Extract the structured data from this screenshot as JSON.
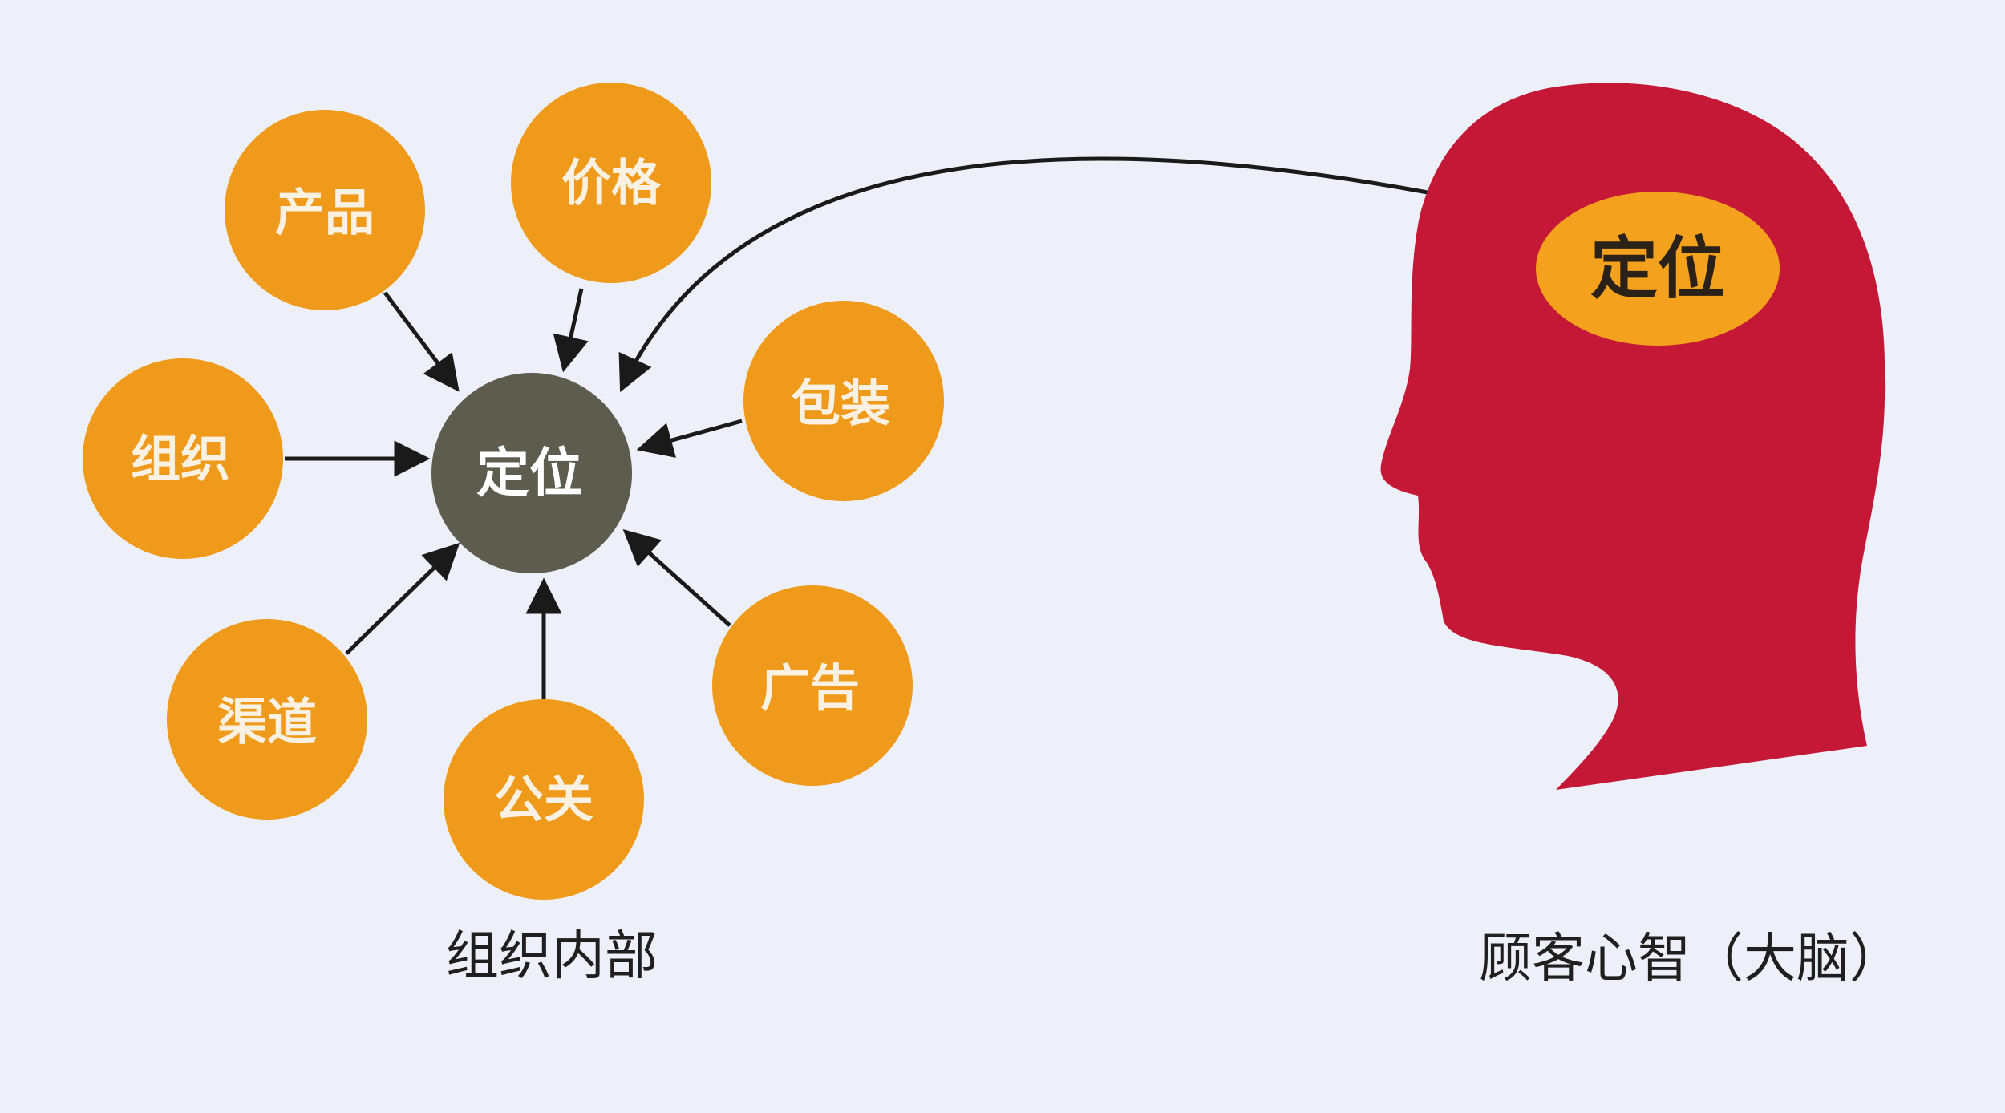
{
  "center": {
    "label": "定位"
  },
  "factors": [
    {
      "key": "product",
      "label": "产品"
    },
    {
      "key": "price",
      "label": "价格"
    },
    {
      "key": "packaging",
      "label": "包装"
    },
    {
      "key": "organization",
      "label": "组织"
    },
    {
      "key": "advertising",
      "label": "广告"
    },
    {
      "key": "channel",
      "label": "渠道"
    },
    {
      "key": "pr",
      "label": "公关"
    }
  ],
  "mind": {
    "label": "定位"
  },
  "captions": {
    "left": "组织内部",
    "right": "顾客心智（大脑）"
  },
  "colors": {
    "background": "#edf0f8",
    "factor_fill": "#ef9a1b",
    "center_fill": "#5d5c4f",
    "head_fill": "#c41836",
    "brain_fill": "#f4a11e",
    "arrow": "#1a1a1a"
  }
}
